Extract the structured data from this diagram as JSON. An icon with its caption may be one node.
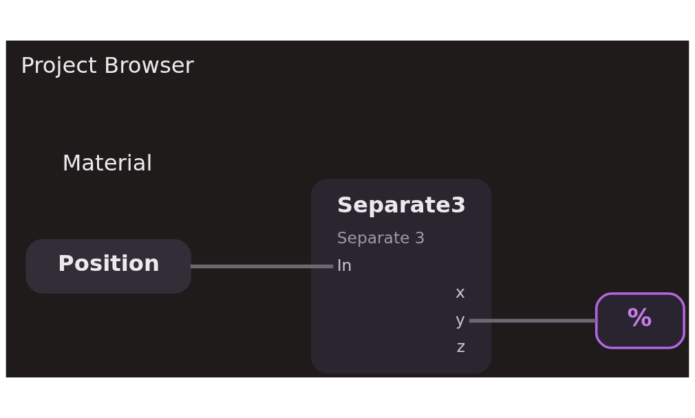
{
  "diagram": {
    "nodes": [
      {
        "text": [
          "Position"
        ]
      },
      {
        "text": [
          "Separate3",
          "Separate 3",
          "In",
          "x",
          "y",
          "z"
        ]
      },
      {
        "text": [
          "%"
        ]
      }
    ],
    "edges": [
      {
        "from": 0,
        "to": 1,
        "arrow": "none"
      },
      {
        "from": 1,
        "to": 2,
        "arrow": "none"
      }
    ],
    "labels": [
      "Material",
      "Project Browser"
    ]
  }
}
